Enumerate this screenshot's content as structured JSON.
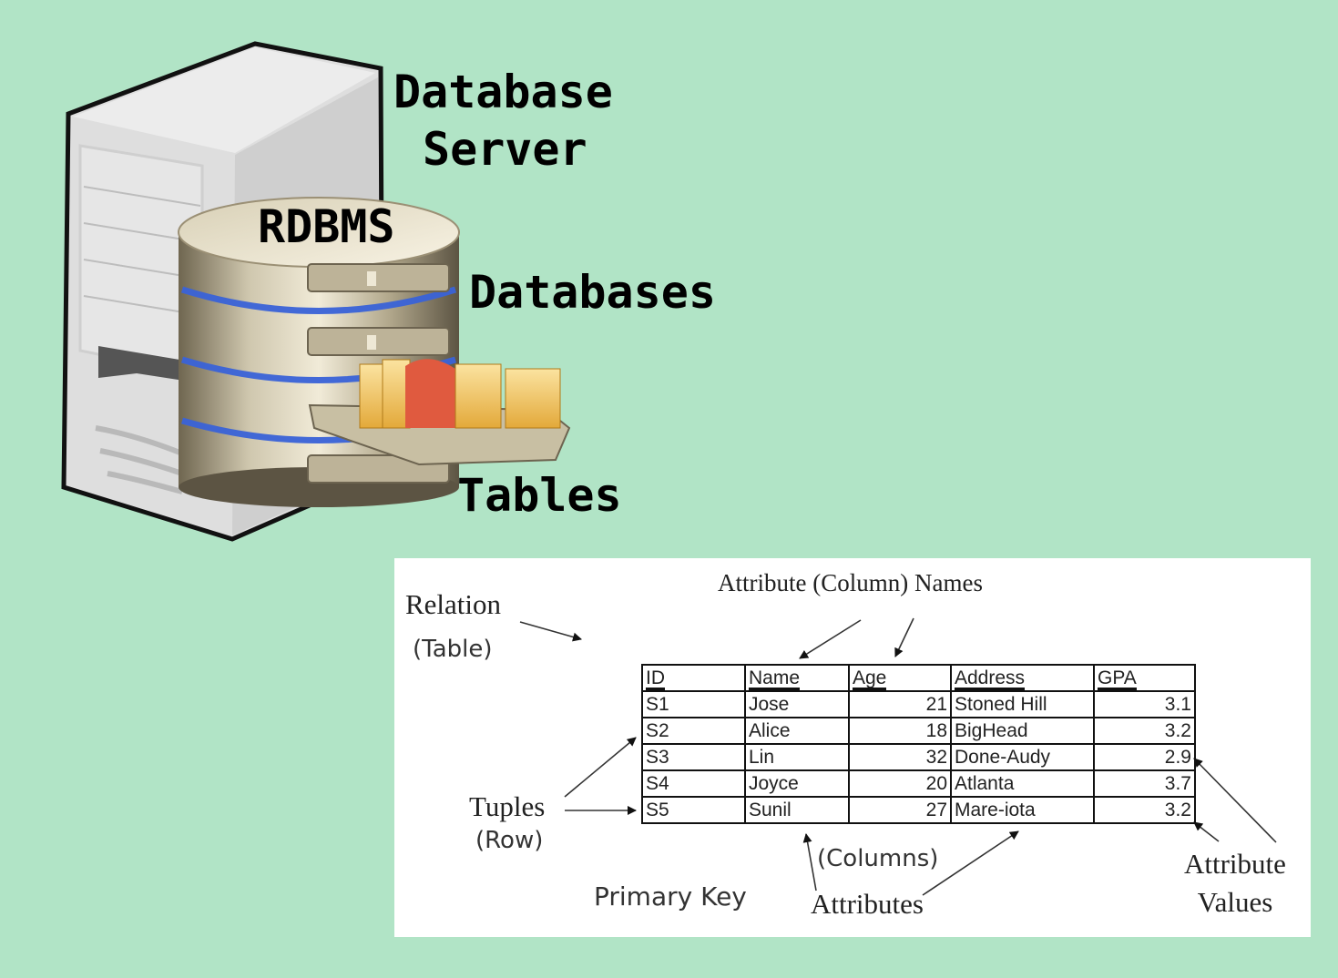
{
  "top_labels": {
    "server": [
      "Database",
      "Server"
    ],
    "rdbms": "RDBMS",
    "databases": "Databases",
    "tables": "Tables"
  },
  "diagram": {
    "attribute_names_label": "Attribute (Column) Names",
    "relation_label": "Relation",
    "table_label": "(Table)",
    "tuples_label": "Tuples",
    "row_label": "(Row)",
    "columns_label": "(Columns)",
    "attributes_label": "Attributes",
    "primary_key_label": "Primary Key",
    "attribute_values_label": [
      "Attribute",
      "Values"
    ],
    "columns": [
      "ID",
      "Name",
      "Age",
      "Address",
      "GPA"
    ],
    "rows": [
      [
        "S1",
        "Jose",
        "21",
        "Stoned Hill",
        "3.1"
      ],
      [
        "S2",
        "Alice",
        "18",
        "BigHead",
        "3.2"
      ],
      [
        "S3",
        "Lin",
        "32",
        "Done-Audy",
        "2.9"
      ],
      [
        "S4",
        "Joyce",
        "20",
        "Atlanta",
        "3.7"
      ],
      [
        "S5",
        "Sunil",
        "27",
        "Mare-iota",
        "3.2"
      ]
    ]
  },
  "colors": {
    "background": "#b1e4c6",
    "panel": "#ffffff",
    "ring_blue": "#3a63d8"
  }
}
